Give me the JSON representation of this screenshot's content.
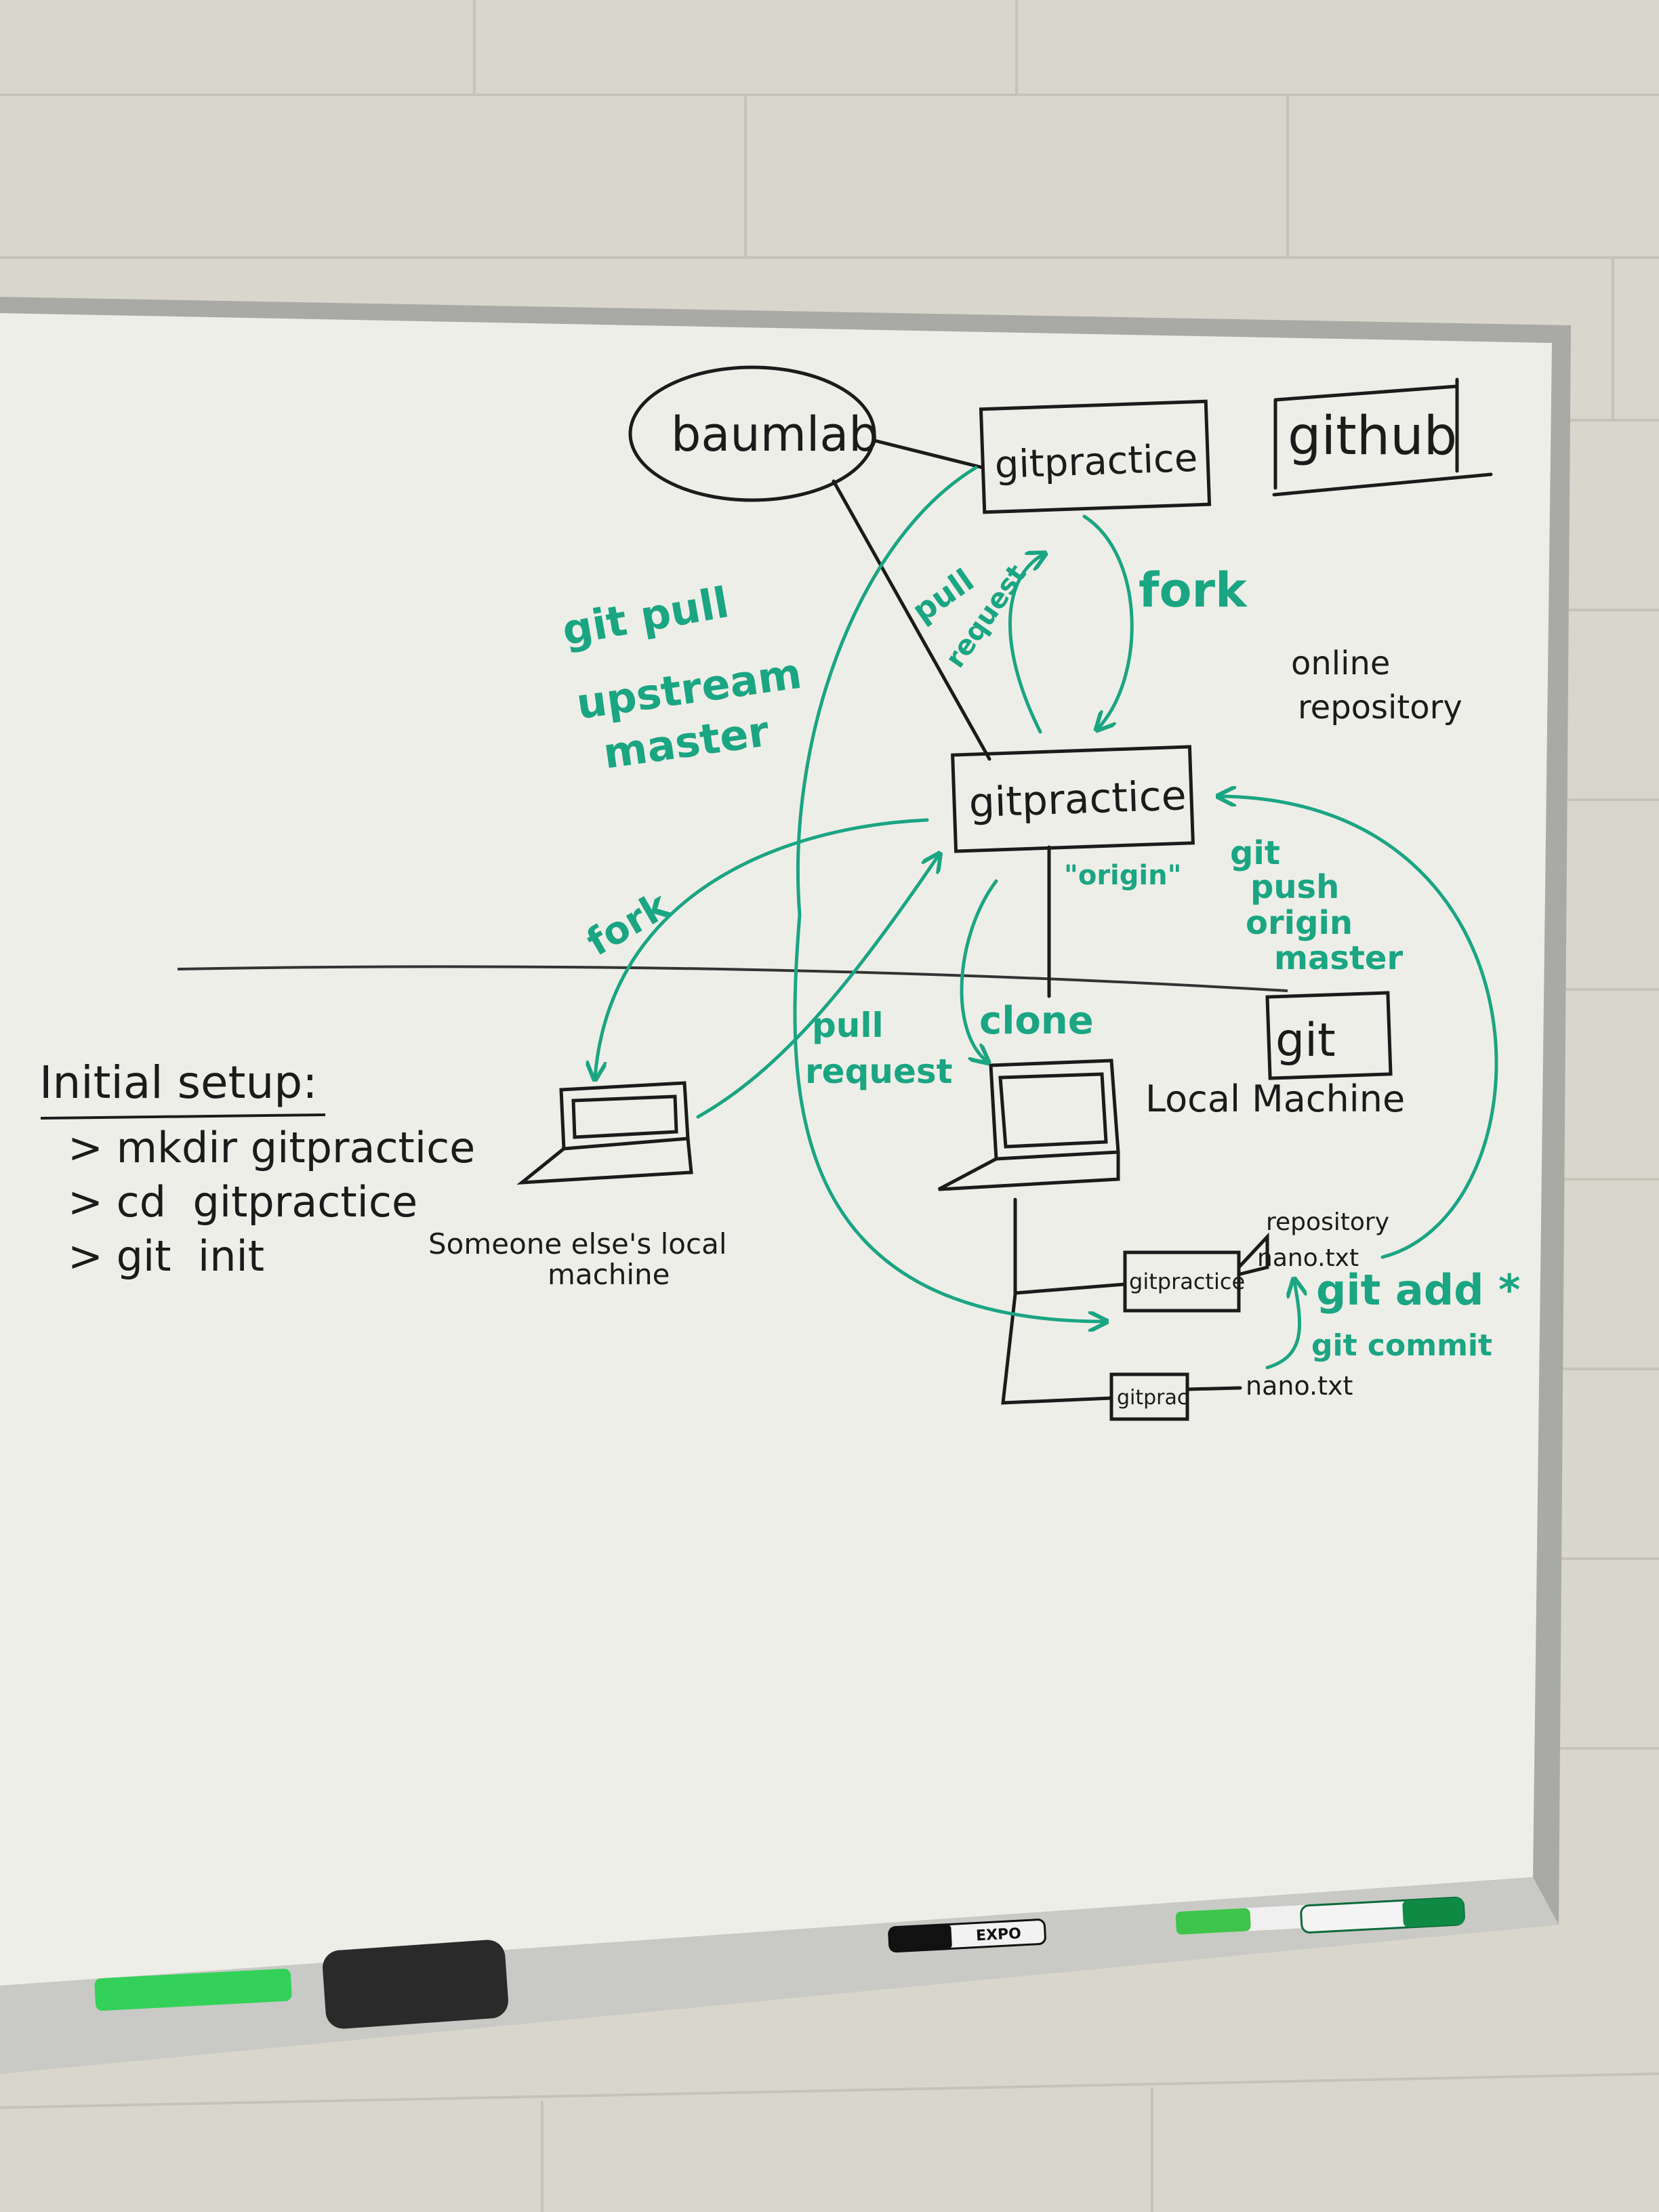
{
  "colors": {
    "wall": "#d9d6cc",
    "board": "#eeeee8",
    "frame": "#a9aaa6",
    "ink_black": "#1b1b1b",
    "ink_green": "#1aa583"
  },
  "board": {
    "github_label": "github",
    "upstream_owner": "baumlab",
    "upstream_repo": "gitpractice",
    "fork_repo": "gitpractice",
    "origin_label": "\"origin\"",
    "online_repository_label": "online repository",
    "fork_label_top": "fork",
    "pull_request_label_top": "pull request",
    "git_pull_upstream_label": "git pull upstream master",
    "git_push_label": "git push origin master",
    "fork_label_left": "fork",
    "pull_request_label_left": "pull request",
    "clone_label": "clone",
    "git_logo_label": "git",
    "local_machine_label": "Local Machine",
    "someone_else_label": "Someone else's local machine",
    "local_repo_label": "gitpractice",
    "repository_label": "repository",
    "nano_label_top": "nano.txt",
    "git_add_label": "git add *",
    "git_commit_label": "git commit",
    "local_folder_label": "gitprac",
    "nano_label_bottom": "nano.txt",
    "setup": {
      "title": "Initial setup:",
      "lines": [
        "> mkdir gitpractice",
        "> cd  gitpractice",
        "> git  init"
      ]
    }
  },
  "tray": {
    "marker_brand": "EXPO"
  }
}
